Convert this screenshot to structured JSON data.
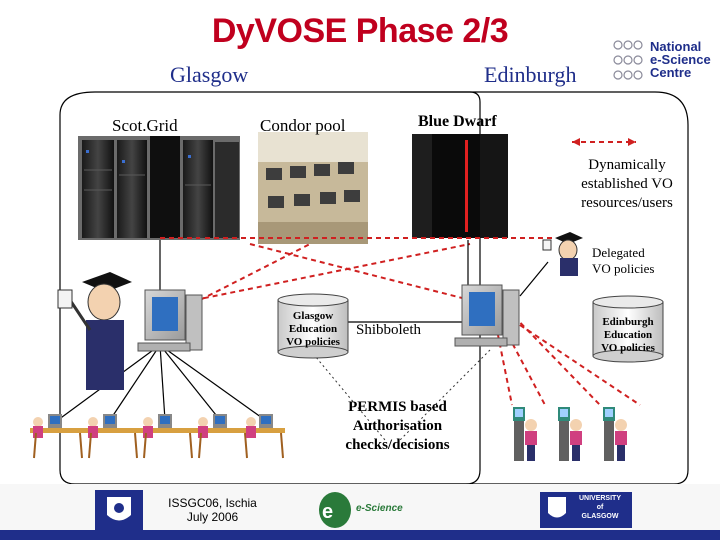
{
  "title": "DyVOSE Phase 2/3",
  "sites": {
    "left": "Glasgow",
    "right": "Edinburgh"
  },
  "resources": {
    "scotgrid": "Scot.Grid",
    "condor": "Condor pool",
    "bluedwarf": "Blue Dwarf"
  },
  "legend": {
    "line1": "Dynamically",
    "line2": "established VO",
    "line3": "resources/users"
  },
  "delegated": {
    "line1": "Delegated",
    "line2": "VO policies"
  },
  "glasgow_policies": {
    "line1": "Glasgow",
    "line2": "Education",
    "line3": "VO policies"
  },
  "edinburgh_policies": {
    "line1": "Edinburgh",
    "line2": "Education",
    "line3": "VO policies"
  },
  "shibboleth": "Shibboleth",
  "permis": {
    "line1": "PERMIS based",
    "line2": "Authorisation",
    "line3": "checks/decisions"
  },
  "footer": {
    "line1": "ISSGC06, Ischia",
    "line2": "July 2006"
  },
  "logos": {
    "nesc": [
      "National",
      "e-Science",
      "Centre"
    ],
    "edti": "e-Science",
    "uog": [
      "UNIVERSITY",
      "of",
      "GLASGOW"
    ]
  },
  "colors": {
    "title": "#c0001e",
    "site": "#1f2e8a",
    "dashed": "#d02020",
    "footer_bar": "#1f2e8a"
  }
}
